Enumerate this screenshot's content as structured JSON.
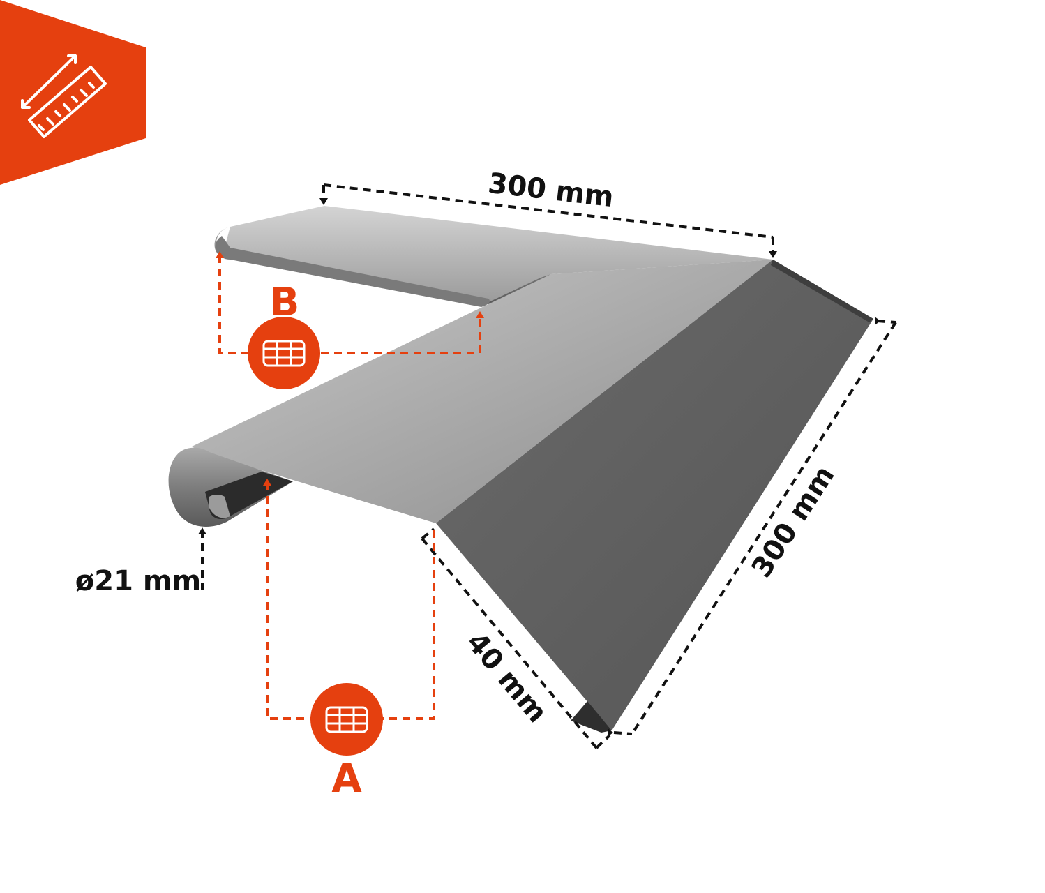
{
  "colors": {
    "accent": "#E5400F",
    "dimension_line": "#111111",
    "metal_light": "#B5B5B5",
    "metal_mid": "#8A8A8A",
    "metal_dark": "#5E5E5E"
  },
  "dimensions": {
    "top_length": "300 mm",
    "right_length": "300 mm",
    "flange_length": "40 mm",
    "diameter": "ø21 mm"
  },
  "labels": {
    "a": "A",
    "b": "B"
  },
  "icons": {
    "badge": "ruler-icon",
    "marker_a": "grid-panel-icon",
    "marker_b": "grid-panel-icon"
  }
}
